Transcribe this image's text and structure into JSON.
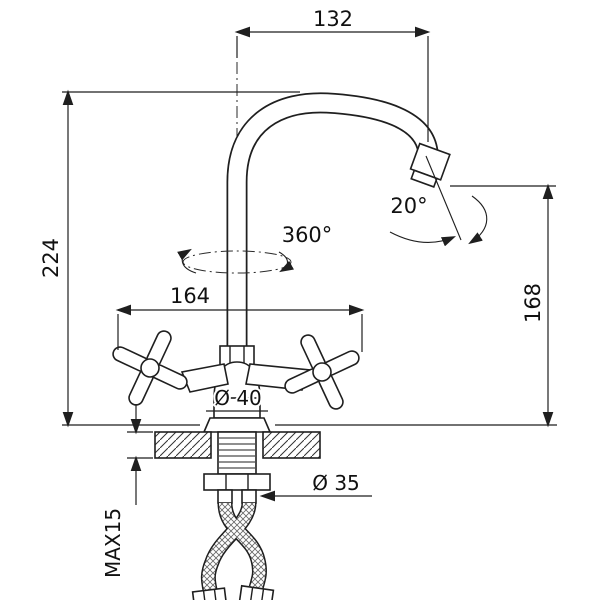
{
  "meta": {
    "subject": "faucet installation technical drawing",
    "colors": {
      "line": "#1f1f1f",
      "background": "#ffffff"
    }
  },
  "labels": {
    "top_width": "132",
    "overall_height": "224",
    "handle_span": "164",
    "spout_height": "168",
    "swivel_angle": "360°",
    "spout_angle": "20°",
    "body_diameter": "Ø 40",
    "hole_diameter": "Ø 35",
    "max_deck_thickness": "MAX15"
  }
}
